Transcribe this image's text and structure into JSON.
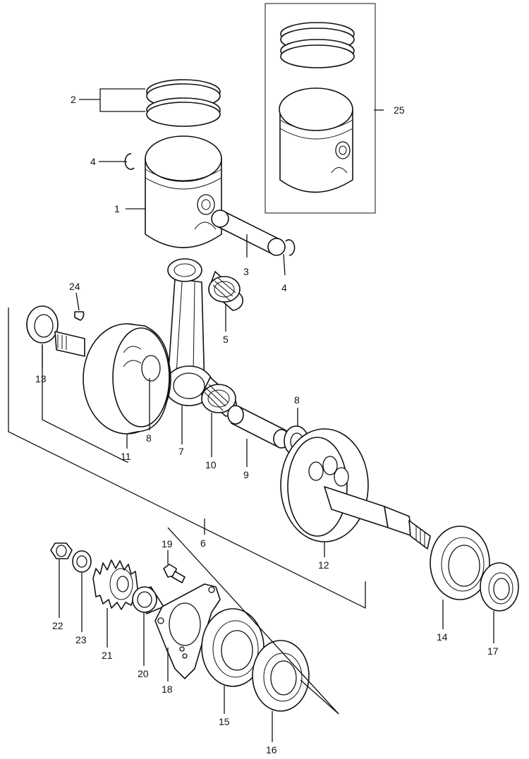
{
  "diagram": {
    "callouts": [
      {
        "id": "c1",
        "text": "1"
      },
      {
        "id": "c2",
        "text": "2"
      },
      {
        "id": "c3",
        "text": "3"
      },
      {
        "id": "c4a",
        "text": "4"
      },
      {
        "id": "c4b",
        "text": "4"
      },
      {
        "id": "c5",
        "text": "5"
      },
      {
        "id": "c6",
        "text": "6"
      },
      {
        "id": "c7",
        "text": "7"
      },
      {
        "id": "c8a",
        "text": "8"
      },
      {
        "id": "c8b",
        "text": "8"
      },
      {
        "id": "c9",
        "text": "9"
      },
      {
        "id": "c10",
        "text": "10"
      },
      {
        "id": "c11",
        "text": "11"
      },
      {
        "id": "c12",
        "text": "12"
      },
      {
        "id": "c13",
        "text": "13"
      },
      {
        "id": "c14",
        "text": "14"
      },
      {
        "id": "c15",
        "text": "15"
      },
      {
        "id": "c16",
        "text": "16"
      },
      {
        "id": "c17",
        "text": "17"
      },
      {
        "id": "c18",
        "text": "18"
      },
      {
        "id": "c19",
        "text": "19"
      },
      {
        "id": "c20",
        "text": "20"
      },
      {
        "id": "c21",
        "text": "21"
      },
      {
        "id": "c22",
        "text": "22"
      },
      {
        "id": "c23",
        "text": "23"
      },
      {
        "id": "c24",
        "text": "24"
      },
      {
        "id": "c25",
        "text": "25"
      }
    ]
  }
}
